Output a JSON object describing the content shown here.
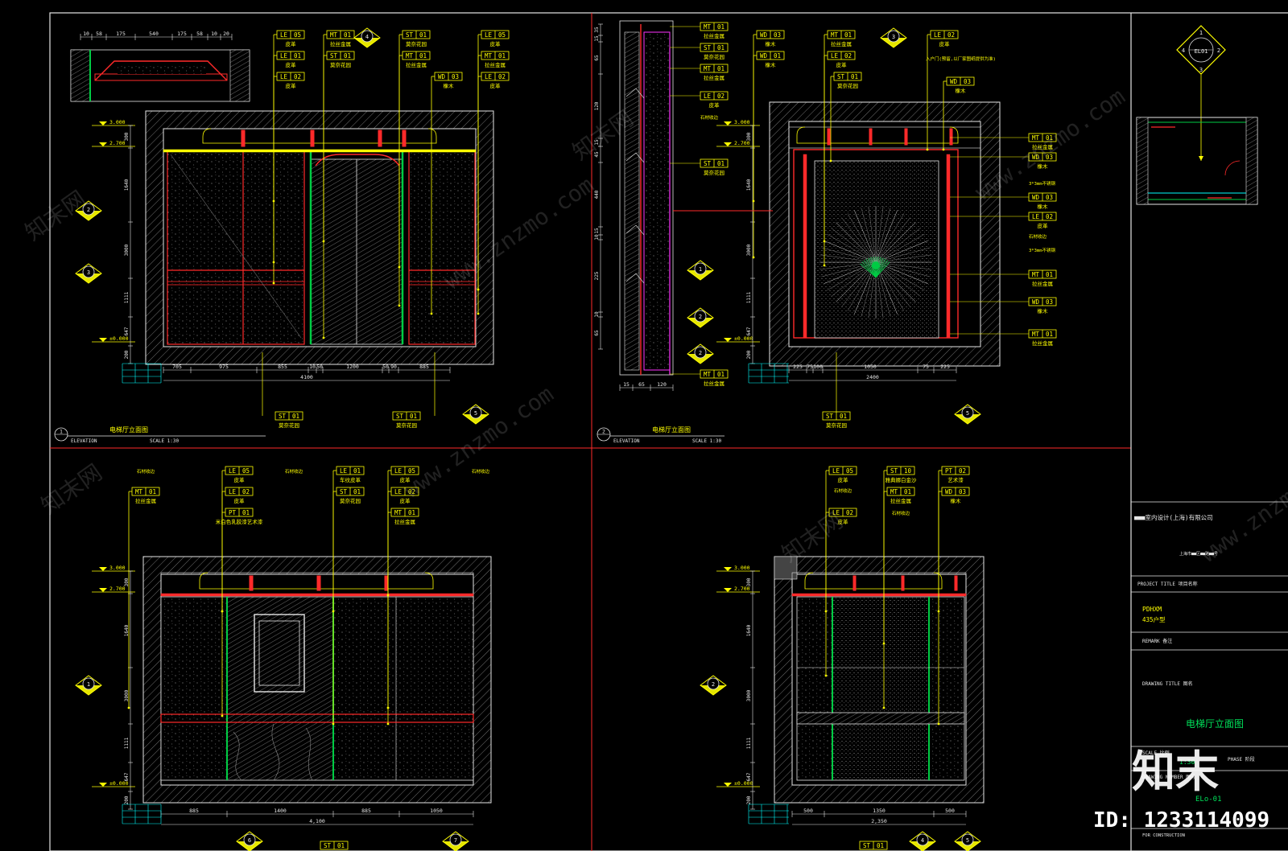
{
  "elevations": [
    {
      "no": "1",
      "title": "电梯厅立面图",
      "type": "ELEVATION",
      "scale": "SCALE  1:30",
      "tags": [
        [
          "LE",
          "05"
        ],
        [
          "LE",
          "01"
        ],
        [
          "LE",
          "02"
        ],
        [
          "MT",
          "01"
        ],
        [
          "ST",
          "01"
        ],
        [
          "ST",
          "01"
        ],
        [
          "MT",
          "01"
        ],
        [
          "WD",
          "03"
        ],
        [
          "LE",
          "05"
        ],
        [
          "MT",
          "01"
        ],
        [
          "LE",
          "02"
        ]
      ],
      "notes": [
        "皮革",
        "皮革",
        "皮革",
        "拉丝金属",
        "莫奈花园",
        "莫奈花园",
        "拉丝金属",
        "橡木",
        "皮革",
        "拉丝金属",
        "皮革"
      ],
      "bottom_tags": [
        [
          "ST",
          "01"
        ],
        [
          "ST",
          "01"
        ]
      ],
      "bottom_notes": [
        "莫奈花园",
        "莫奈花园"
      ],
      "dims": [
        "705",
        "975",
        "855",
        "10",
        "50",
        "1200",
        "50",
        "90",
        "885"
      ],
      "total": "4100",
      "levels": [
        "3.000",
        "2.700",
        "±0.000"
      ]
    },
    {
      "no": "2",
      "title": "电梯厅立面图",
      "type": "ELEVATION",
      "scale": "SCALE  1:30",
      "tags": [
        [
          "WD",
          "03"
        ],
        [
          "WD",
          "01"
        ],
        [
          "MT",
          "01"
        ],
        [
          "LE",
          "02"
        ],
        [
          "ST",
          "01"
        ],
        [
          "LE",
          "02"
        ],
        [
          "WD",
          "03"
        ]
      ],
      "notes": [
        "橡木",
        "橡木",
        "拉丝金属",
        "皮革",
        "莫奈花园",
        "皮革",
        "橡木"
      ],
      "right_tags": [
        [
          "MT",
          "01"
        ],
        [
          "WD",
          "03"
        ],
        [
          "WD",
          "03"
        ],
        [
          "LE",
          "02"
        ],
        [
          "MT",
          "01"
        ],
        [
          "WD",
          "03"
        ],
        [
          "MT",
          "01"
        ]
      ],
      "right_notes": [
        "拉丝金属",
        "橡木",
        "橡木",
        "皮革",
        "拉丝金属",
        "橡木",
        "拉丝金属"
      ],
      "extra_notes": [
        "入户门(预留,以厂家图纸提供为准)",
        "3*3mm不锈钢",
        "3*3mm不锈钢",
        "石材收边"
      ],
      "dims": [
        "225",
        "75",
        "100",
        "1050",
        "75",
        "225"
      ],
      "total": "2400",
      "levels": [
        "3.000",
        "2.700",
        "±0.000"
      ]
    },
    {
      "no": "3",
      "title": "",
      "type": "",
      "scale": "",
      "tags": [
        [
          "MT",
          "01"
        ],
        [
          "LE",
          "05"
        ],
        [
          "LE",
          "02"
        ],
        [
          "PT",
          "01"
        ],
        [
          "LE",
          "01"
        ],
        [
          "ST",
          "01"
        ],
        [
          "LE",
          "05"
        ],
        [
          "LE",
          "02"
        ],
        [
          "MT",
          "01"
        ]
      ],
      "notes": [
        "拉丝金属",
        "皮革",
        "皮革",
        "米白色乳胶漆艺术漆",
        "车纹皮革",
        "莫奈花园",
        "皮革",
        "皮革",
        "拉丝金属"
      ],
      "extra_notes": [
        "石材收边",
        "石材收边",
        "石材收边"
      ],
      "bottom_tags": [
        [
          "ST",
          "01"
        ]
      ],
      "dims": [
        "885",
        "1400",
        "885",
        "1050"
      ],
      "total": "4,100",
      "levels": [
        "3.000",
        "2.700",
        "±0.000"
      ]
    },
    {
      "no": "4",
      "title": "",
      "type": "",
      "scale": "",
      "tags": [
        [
          "LE",
          "05"
        ],
        [
          "LE",
          "02"
        ],
        [
          "ST",
          "10"
        ],
        [
          "MT",
          "01"
        ],
        [
          "PT",
          "02"
        ],
        [
          "WD",
          "03"
        ]
      ],
      "notes": [
        "皮革",
        "皮革",
        "雅典娜白金沙",
        "拉丝金属",
        "艺术漆",
        "橡木"
      ],
      "extra_notes": [
        "石材收边",
        "石材收边"
      ],
      "bottom_tags": [
        [
          "ST",
          "01"
        ]
      ],
      "dims": [
        "500",
        "1350",
        "500"
      ],
      "total": "2,350",
      "levels": [
        "3.000",
        "2.700",
        "±0.000"
      ]
    }
  ],
  "side_dims": [
    "300",
    "1640",
    "3000",
    "1111",
    "647",
    "200"
  ],
  "section_dims": [
    "35",
    "15",
    "65",
    "120",
    "15",
    "45",
    "440",
    "15",
    "10",
    "225",
    "10",
    "65"
  ],
  "key_plan_marks": [
    "1",
    "2",
    "3",
    "4"
  ],
  "key_plan_label": "EL01",
  "title_block": {
    "company": "■■■室内设计(上海)有限公司",
    "company_sub": "上海市■■区■■路■■号",
    "project_title_label": "PROJECT TITLE  项目名称",
    "project_name": "PDHXM",
    "project_sub": "435户型",
    "remark_label": "REMARK  备注",
    "drawing_title_label": "DRAWING TITLE  图名",
    "drawing_title": "电梯厅立面图",
    "scale_label": "SCALE 比例",
    "scale_value": "1:30",
    "phase_label": "PHASE 阶段",
    "drawing_number_label": "DRAWING NUMBER 图号",
    "drawing_number": "ELo-01",
    "status": "FOR CONSTRUCTION"
  },
  "watermark": {
    "logo": "知末",
    "id": "ID: 1233114099",
    "url": "www.znzmo.com",
    "cn": "知末网"
  },
  "colors": {
    "cad_yellow": "#ffff00",
    "cad_cyan": "#00ffff",
    "cad_red": "#ff2a2a",
    "cad_green": "#00cc44",
    "cad_magenta": "#ff33ff",
    "cad_white": "#e6e6e6",
    "title_green": "#00e05a",
    "background": "#000000"
  }
}
